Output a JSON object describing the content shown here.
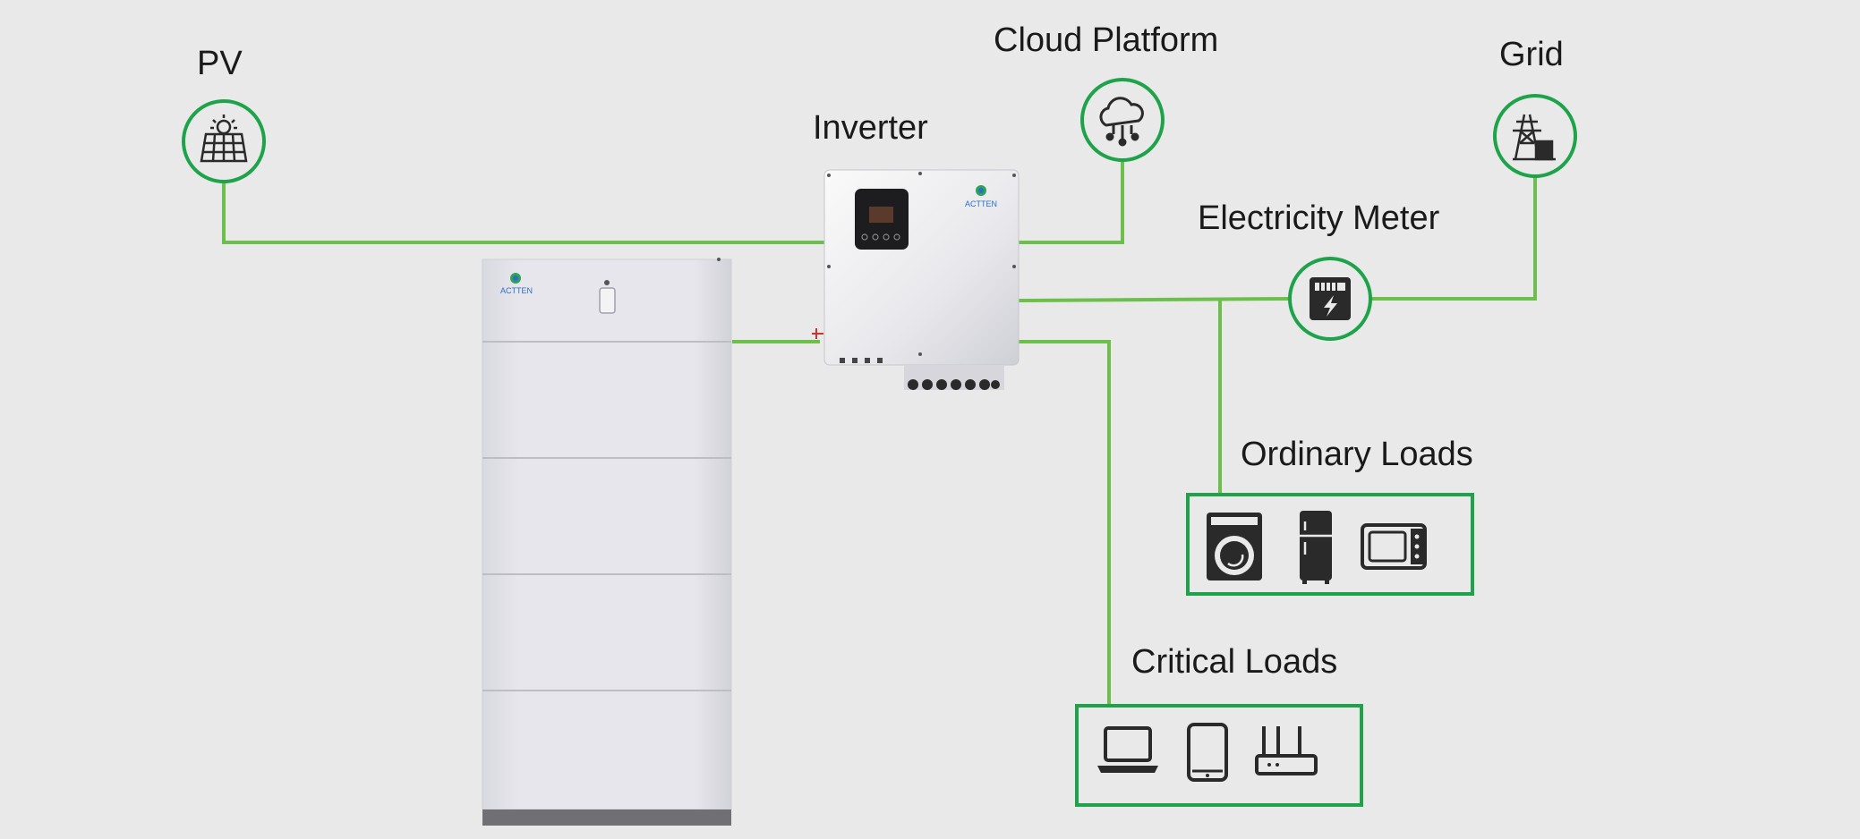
{
  "labels": {
    "pv": "PV",
    "cloud_platform": "Cloud Platform",
    "grid": "Grid",
    "inverter": "Inverter",
    "electricity_meter": "Electricity Meter",
    "ordinary_loads": "Ordinary Loads",
    "critical_loads": "Critical Loads"
  },
  "brand": {
    "inverter_logo_text": "ACTTEN",
    "battery_logo_text": "ACTTEN"
  },
  "icons": {
    "pv": "solar-panel-icon",
    "cloud": "cloud-icon",
    "grid": "power-tower-icon",
    "meter": "meter-icon",
    "ordinary_loads": [
      "washing-machine-icon",
      "refrigerator-icon",
      "microwave-icon"
    ],
    "critical_loads": [
      "laptop-icon",
      "smartphone-icon",
      "router-icon"
    ]
  },
  "colors": {
    "line": "#6dbf4b",
    "ring": "#1ea34a",
    "background": "#e9e9e9",
    "icon": "#2a2a2a"
  }
}
